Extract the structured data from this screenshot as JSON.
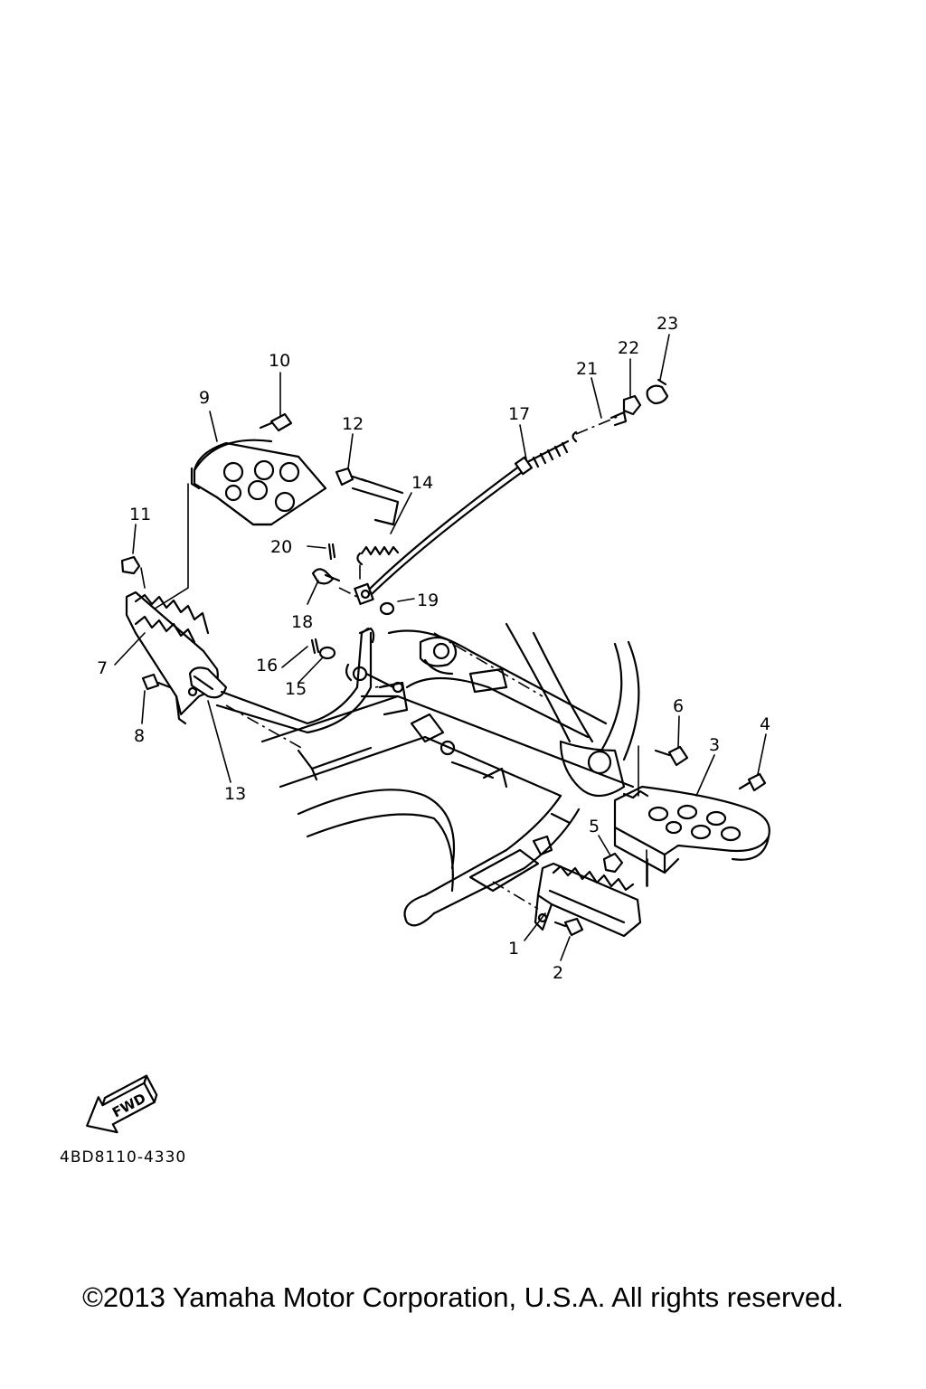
{
  "diagram": {
    "callouts": [
      "1",
      "2",
      "3",
      "4",
      "5",
      "6",
      "7",
      "8",
      "9",
      "10",
      "11",
      "12",
      "13",
      "14",
      "15",
      "16",
      "17",
      "18",
      "19",
      "20",
      "21",
      "22",
      "23"
    ],
    "fwd_label": "FWD",
    "code": "4BD8110-4330"
  },
  "footer": {
    "copyright": "©2013 Yamaha Motor Corporation, U.S.A. All rights reserved."
  }
}
